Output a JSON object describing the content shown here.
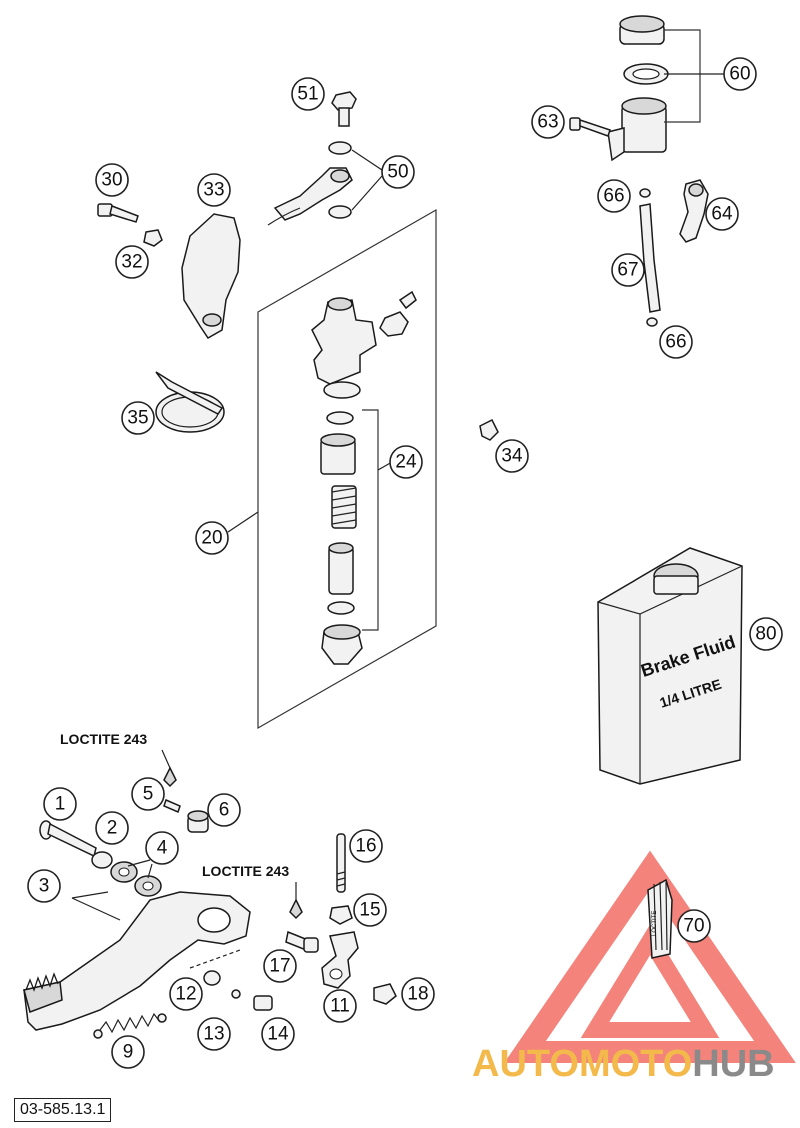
{
  "parts": [
    "51",
    "50",
    "60",
    "63",
    "66",
    "64",
    "67",
    "66",
    "30",
    "33",
    "32",
    "35",
    "34",
    "24",
    "20",
    "80",
    "1",
    "2",
    "3",
    "4",
    "5",
    "6",
    "9",
    "12",
    "13",
    "14",
    "16",
    "15",
    "17",
    "11",
    "18",
    "70"
  ],
  "notes": {
    "loctite_1": "LOCTITE 243",
    "loctite_2": "LOCTITE 243"
  },
  "bottle": {
    "line1": "Brake Fluid",
    "line2": "1/4 LITRE"
  },
  "tube_label": "LOCTITE",
  "reference": "03-585.13.1",
  "watermark": {
    "part1": "AUTOMOTO",
    "part2": "HUB"
  },
  "colors": {
    "watermark_red": "#f05a50",
    "watermark_gold": "#f3b94a",
    "watermark_gray": "#8a8a8a"
  }
}
